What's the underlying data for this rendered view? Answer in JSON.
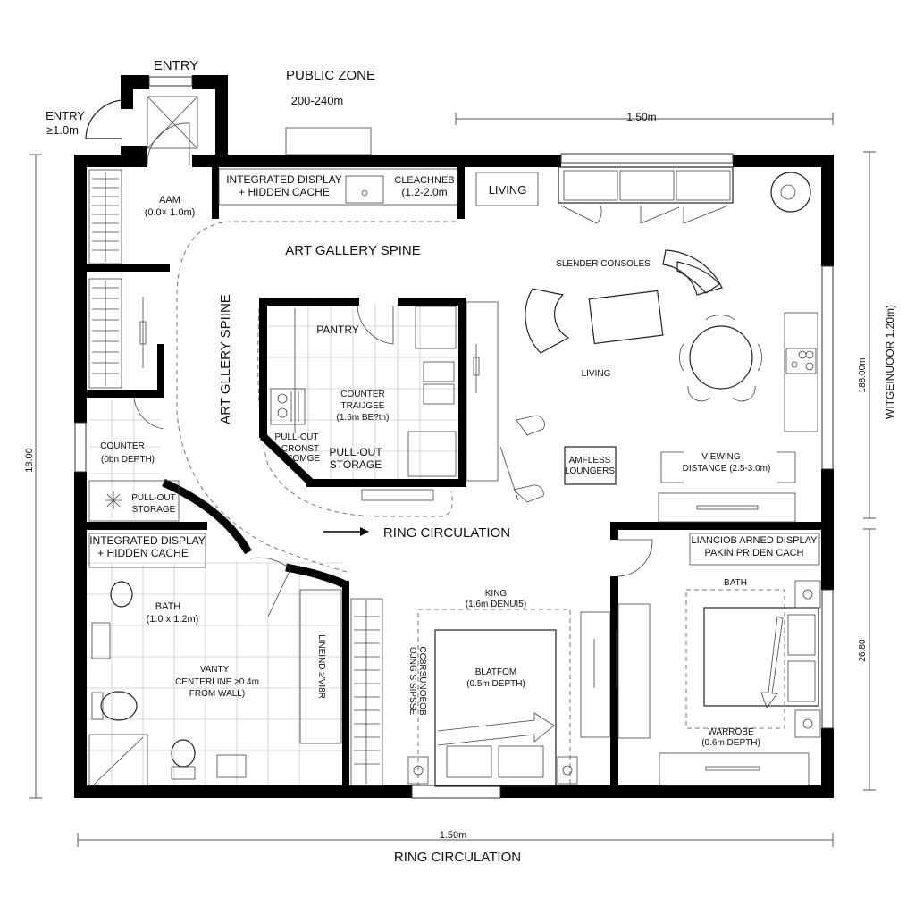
{
  "labels": {
    "entry_top": "ENTRY",
    "entry_side": "ENTRY",
    "entry_side_dim": "≥1.0m",
    "public_zone": "PUBLIC ZONE",
    "public_zone_area": "200-240m",
    "dim_top": "1.50m",
    "integrated_display_1": "INTEGRATED DISPLAY",
    "hidden_cache_1": "+ HIDDEN CACHE",
    "cleachneb": "CLEACHNEB",
    "cleachneb_dim": "(1.2-2.0m",
    "living_box": "LIVING",
    "aam": "AAM",
    "aam_dim": "(0.0× 1.0m)",
    "art_gallery_spine_h": "ART GALLERY SPINE",
    "art_gallery_spine_v": "ART GLLERY SPIINE",
    "slender_consoles": "SLENDER CONSOLES",
    "pantry": "PANTRY",
    "counter_triangle": "COUNTER",
    "counter_triangle_2": "TRAIJGEE",
    "counter_triangle_dim": "(1.6m BE?tn)",
    "pullout_cronst_1": "PULL-CUT",
    "pullout_cronst_2": "CRONST",
    "pullout_cronst_3": "£OMGE",
    "pullout_storage_kitchen_1": "PULL-OUT",
    "pullout_storage_kitchen_2": "STORAGE",
    "living_main": "LIVING",
    "counter_left": "COUNTER",
    "counter_left_dim": "(0bn DEPTH)",
    "pullout_storage_left_1": "PULL-OUT",
    "pullout_storage_left_2": "STORAGE",
    "amfless_1": "AMFLESS",
    "amfless_2": "LOUNGERS",
    "viewing_1": "VIEWING",
    "viewing_2": "DISTANCE (2.5-3.0m)",
    "ring_circulation_mid": "RING CIRCULATION",
    "integrated_display_2": "INTEGRATED DISPLAY",
    "hidden_cache_2": "+ HIDDEN CACHE",
    "bath_left": "BATH",
    "bath_left_dim": "(1.0 x 1.2m)",
    "vanity_1": "VANTY",
    "vanity_2": "CENTERLINE ≥0.4m",
    "vanity_3": "FROM WALL)",
    "linen": "LINEIND ≥'VI8R",
    "king": "KING",
    "king_dim": "(1.6m DENUI5)",
    "side_clear_1": "OJNG S SIPSSE",
    "side_clear_2": "CC8RSUNOEOB",
    "platform": "BLATFOM",
    "platform_dim": "(0.5m DEPTH)",
    "display_right_1": "LIANCIOB ARNED DISPLAY",
    "display_right_2": "PAKIN PRIDEN CACH",
    "bath_right": "BATH",
    "wardrobe": "WARROBE",
    "wardrobe_dim": "(0.6m DEPTH)",
    "dim_left": "18.00",
    "dim_right_top": "188.00m",
    "dim_right_label": "WITGEINUOOR 1.20m)",
    "dim_right_bottom": "26.80",
    "dim_bottom": "1.50m",
    "ring_circulation_bottom": "RING CIRCULATION"
  },
  "colors": {
    "wall": "#000000",
    "line": "#222222",
    "grid": "#cccccc"
  }
}
